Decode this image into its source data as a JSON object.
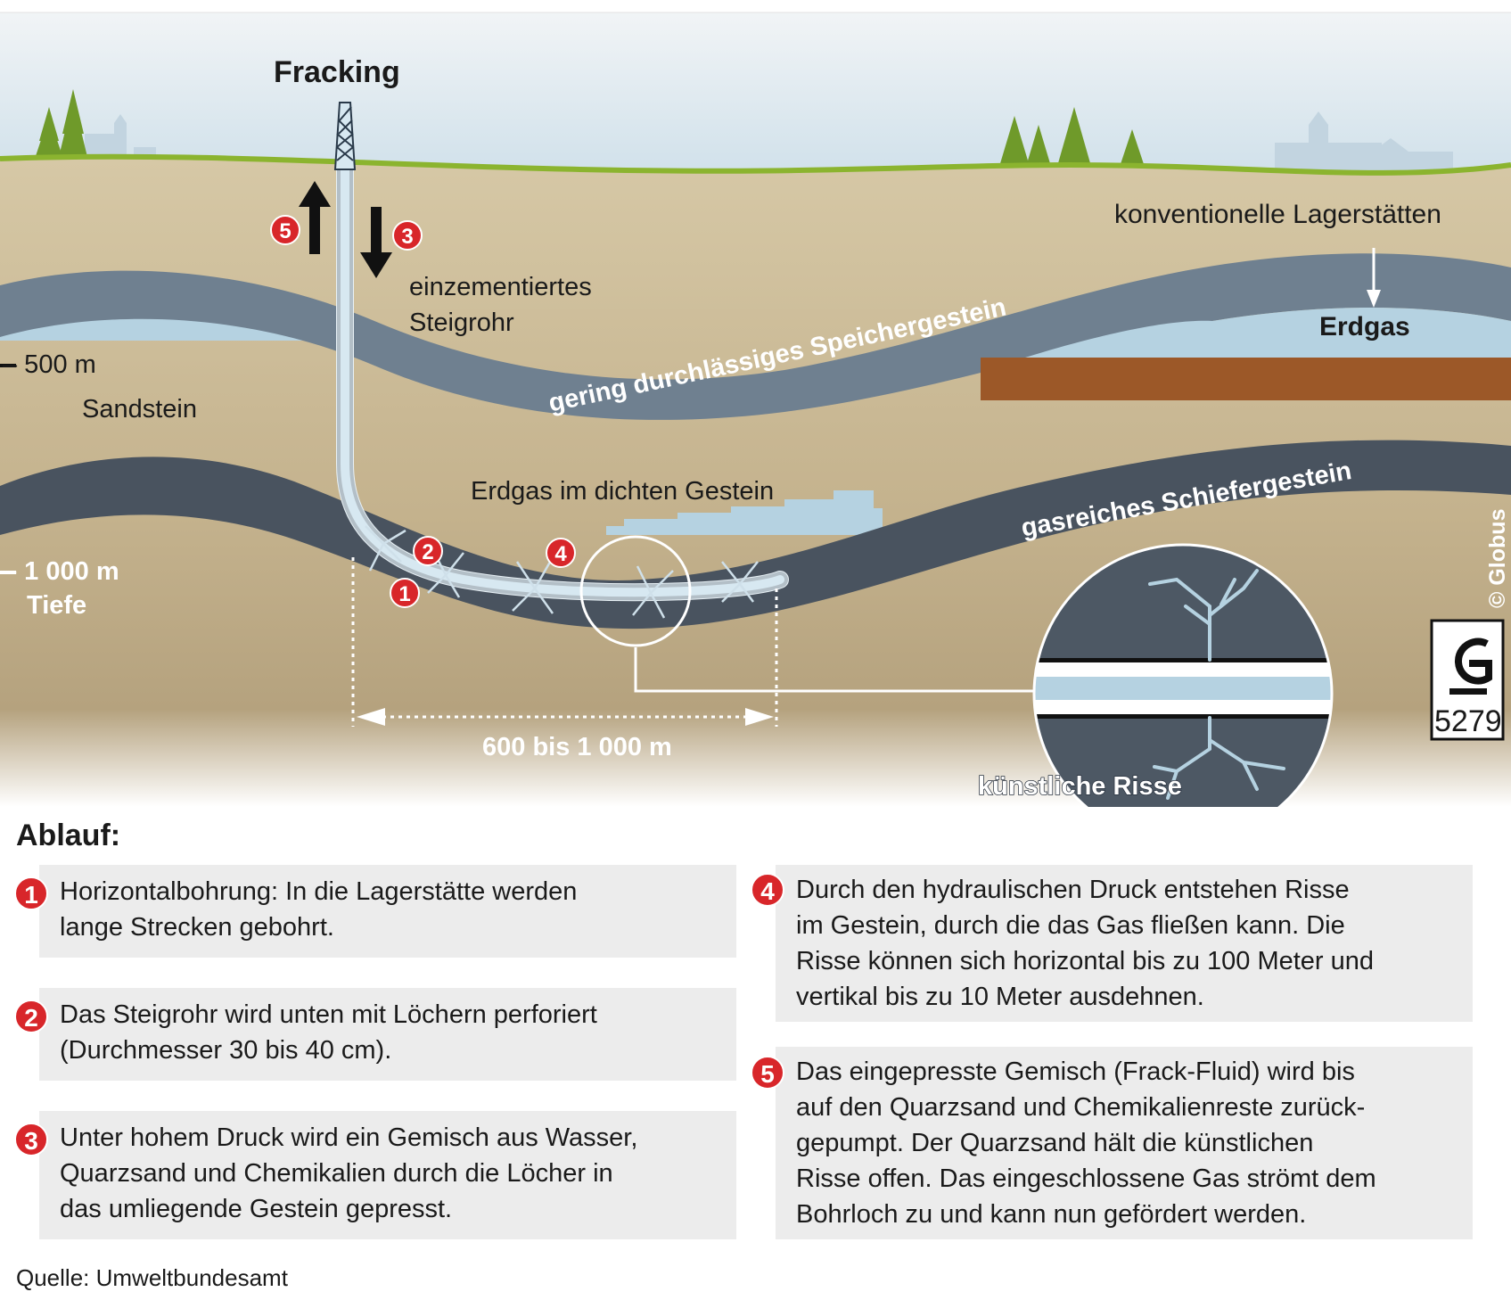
{
  "diagram": {
    "title": "Fracking",
    "depth_500": "– 500 m",
    "sandstone": "Sandstein",
    "depth_1000": "– 1 000 m",
    "depth_label": "Tiefe",
    "pipe_label": "einzementiertes Steigrohr",
    "conventional": "konventionelle Lagerstätten",
    "gas": "Erdgas",
    "reservoir_rock": "gering durchlässiges Speichergestein",
    "shale": "gasreiches Schiefergestein",
    "tight_gas": "Erdgas im dichten Gestein",
    "distance": "600 bis 1 000 m",
    "cracks": "künstliche Risse",
    "copyright": "© Globus",
    "logo_number": "5279",
    "markers": [
      "1",
      "2",
      "3",
      "4",
      "5"
    ]
  },
  "legend": {
    "heading": "Ablauf:",
    "steps": [
      {
        "num": "1",
        "line1": "Horizontalbohrung: In die Lagerstätte werden",
        "line2": "lange Strecken gebohrt."
      },
      {
        "num": "2",
        "line1": "Das Steigrohr wird unten mit Löchern perforiert",
        "line2": "(Durchmesser 30 bis 40 cm)."
      },
      {
        "num": "3",
        "line1": "Unter hohem Druck wird ein Gemisch aus Wasser,",
        "line2": "Quarzsand und Chemikalien durch die Löcher in",
        "line3": "das umliegende Gestein gepresst."
      },
      {
        "num": "4",
        "line1": "Durch den hydraulischen Druck entstehen Risse",
        "line2": "im Gestein, durch die das Gas fließen kann. Die",
        "line3": "Risse können sich horizontal bis zu 100 Meter und",
        "line4": "vertikal bis zu 10 Meter ausdehnen."
      },
      {
        "num": "5",
        "line1": "Das eingepresste Gemisch (Frack-Fluid) wird bis",
        "line2": "auf den Quarzsand und Chemikalienreste zurück-",
        "line3": "gepumpt. Der Quarzsand hält die künstlichen",
        "line4": "Risse offen. Das eingeschlossene Gas strömt dem",
        "line5": "Bohrloch zu und kann nun gefördert werden."
      }
    ],
    "source": "Quelle: Umweltbundesamt"
  },
  "colors": {
    "sky_top": "#eef2f4",
    "sky_bottom": "#cfe0ea",
    "ground": "#c9b895",
    "grass": "#8bb42f",
    "rock_layer": "#6f8090",
    "shale_layer": "#49535f",
    "gas": "#b5d2e1",
    "oil_brown": "#9c5828",
    "marker_red": "#d8262a",
    "text_box": "#ececec"
  }
}
